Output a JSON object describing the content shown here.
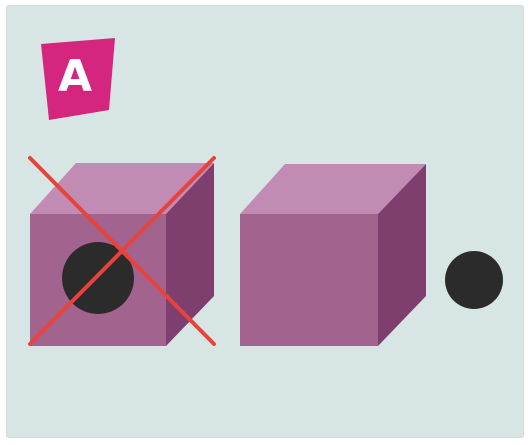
{
  "badge": {
    "label": "A",
    "color": "#d4267f"
  },
  "colors": {
    "background": "#d7e5e5",
    "cube_front": "#a3638f",
    "cube_top": "#c18bb3",
    "cube_side": "#7e3e6e",
    "ball": "#2b2b2b",
    "cross": "#e8433b"
  },
  "scene": {
    "cubes": [
      {
        "name": "cube-with-ball-inside",
        "contains_ball": true,
        "crossed_out": true
      },
      {
        "name": "empty-cube",
        "contains_ball": false,
        "crossed_out": false
      }
    ],
    "ball": {
      "position": "outside-right"
    }
  }
}
